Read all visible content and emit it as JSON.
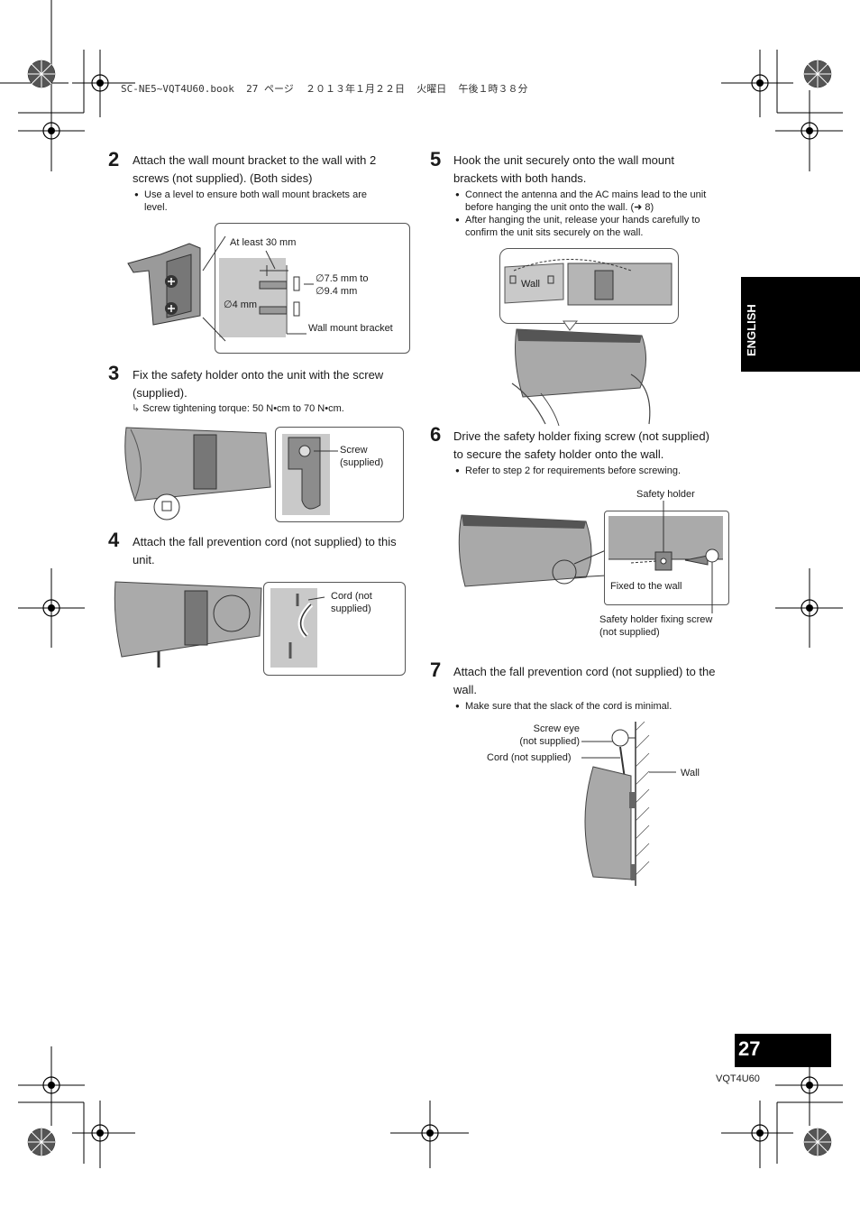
{
  "header": {
    "book_line": "SC-NE5~VQT4U60.book  27 ページ  ２０１３年１月２２日  火曜日  午後１時３８分"
  },
  "side_tab": {
    "label": "ENGLISH"
  },
  "page_number": "27",
  "doc_code": "VQT4U60",
  "steps": [
    {
      "num": "2",
      "text_l1": "Attach the wall mount bracket to the wall with 2",
      "text_l2": "screws (not supplied). (Both sides)",
      "bullets": [
        {
          "l1": "Use a level to ensure both wall mount brackets are",
          "l2": "level."
        }
      ],
      "labels": {
        "least": "At least 30 mm",
        "dia_a": "∅7.5 mm to",
        "dia_b": "∅9.4 mm",
        "dia4": "∅4 mm",
        "bracket": "Wall mount bracket"
      }
    },
    {
      "num": "3",
      "text_l1": "Fix the safety holder onto the unit with the screw",
      "text_l2": "(supplied).",
      "note": "Screw tightening torque: 50 N•cm to 70 N•cm.",
      "labels": {
        "screw_l1": "Screw",
        "screw_l2": "(supplied)"
      }
    },
    {
      "num": "4",
      "text_l1": "Attach the fall prevention cord (not supplied) to this",
      "text_l2": "unit.",
      "labels": {
        "cord_l1": "Cord (not",
        "cord_l2": "supplied)"
      }
    },
    {
      "num": "5",
      "text_l1": "Hook the unit securely onto the wall mount",
      "text_l2": "brackets with both hands.",
      "bullets": [
        {
          "l1": "Connect the antenna and the AC mains lead to the unit",
          "l2": "before hanging the unit onto the wall. (➜ 8)"
        },
        {
          "l1": "After hanging the unit, release your hands carefully to",
          "l2": "confirm the unit sits securely on the wall."
        }
      ],
      "labels": {
        "wall": "Wall"
      }
    },
    {
      "num": "6",
      "text_l1": "Drive the safety holder fixing screw (not supplied)",
      "text_l2": "to secure the safety holder onto the wall.",
      "bullets": [
        {
          "l1": "Refer to step 2 for requirements before screwing.",
          "l2": ""
        }
      ],
      "labels": {
        "holder": "Safety holder",
        "fixed": "Fixed to the wall",
        "fixscrew_l1": "Safety holder fixing screw",
        "fixscrew_l2": "(not supplied)"
      }
    },
    {
      "num": "7",
      "text_l1": "Attach the fall prevention cord (not supplied) to the",
      "text_l2": "wall.",
      "bullets": [
        {
          "l1": "Make sure that the slack of the cord is minimal.",
          "l2": ""
        }
      ],
      "labels": {
        "eye_l1": "Screw eye",
        "eye_l2": "(not supplied)",
        "cord": "Cord (not supplied)",
        "wall": "Wall"
      }
    }
  ]
}
